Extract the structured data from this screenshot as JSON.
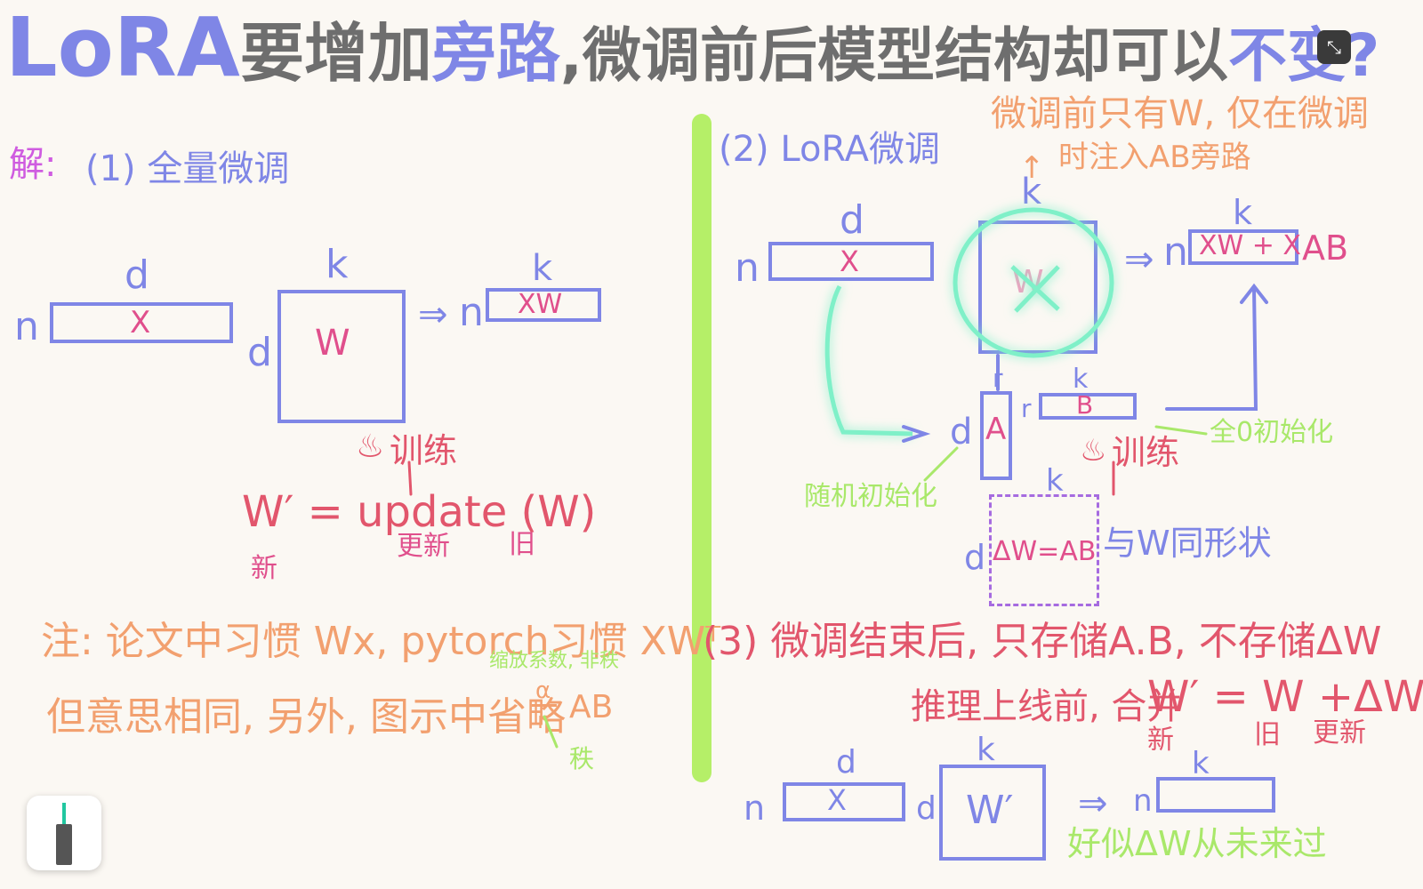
{
  "title": {
    "lora": "LoRA",
    "part1": "要增加",
    "bypass": "旁路",
    "part2": ",微调前后模型结构却可以",
    "unchanged": "不变",
    "qmark": "?"
  },
  "left": {
    "solution_label": "解:",
    "heading": "(1) 全量微调",
    "d_top": "d",
    "n_label": "n",
    "x_label": "X",
    "k_top": "k",
    "d_side": "d",
    "w_label": "W",
    "arrow": "⇒",
    "n_out": "n",
    "k_out": "k",
    "xw_label": "XW",
    "train_label": "训练",
    "formula": "W′ = update (W)",
    "new_label": "新",
    "update_label": "更新",
    "old_label": "旧"
  },
  "note": {
    "line1": "注: 论文中习惯 Wx, pytorch习惯 XWᵀ",
    "line2": "但意思相同, 另外, 图示中省略",
    "fraction_top": "α",
    "fraction_bottom": "r",
    "ab": "AB",
    "scale_label": "缩放系数, 非秩",
    "rank_label": "秩"
  },
  "right": {
    "annotation_line1": "微调前只有W, 仅在微调",
    "annotation_line2": "时注入AB旁路",
    "heading": "(2) LoRA微调",
    "d_top": "d",
    "n_label": "n",
    "x_label": "X",
    "k_top": "k",
    "w_label": "W",
    "arrow": "⇒",
    "n_out": "n",
    "k_out": "k",
    "output_label": "XW + X",
    "output_ab": "AB",
    "k_b": "k",
    "b_label": "B",
    "d_a": "d",
    "a_label": "A",
    "r_a": "r",
    "r_b": "r",
    "zero_init": "全0初始化",
    "train_label": "训练",
    "random_init": "随机初始化",
    "k_dw": "k",
    "d_dw": "d",
    "delta_w": "ΔW=AB",
    "same_shape": "与W同形状"
  },
  "section3": {
    "line1": "(3) 微调结束后, 只存储A.B, 不存储ΔW",
    "line2": "推理上线前, 合并",
    "formula": "W′ = W +ΔW",
    "new_label": "新",
    "old_label": "旧",
    "update_label": "更新",
    "d_top": "d",
    "k_top": "k",
    "n_label": "n",
    "x_label": "X",
    "d_side": "d",
    "w_prime": "W′",
    "arrow": "⇒",
    "n_out": "n",
    "k_out": "k",
    "footer": "好似ΔW从未来过"
  },
  "ui": {
    "collapse_icon": "⤡"
  },
  "colors": {
    "blue": "#7f86e6",
    "red": "#e2566c",
    "orange": "#f2a06f",
    "green": "#a9e86a",
    "glow": "#7ff0c8"
  }
}
